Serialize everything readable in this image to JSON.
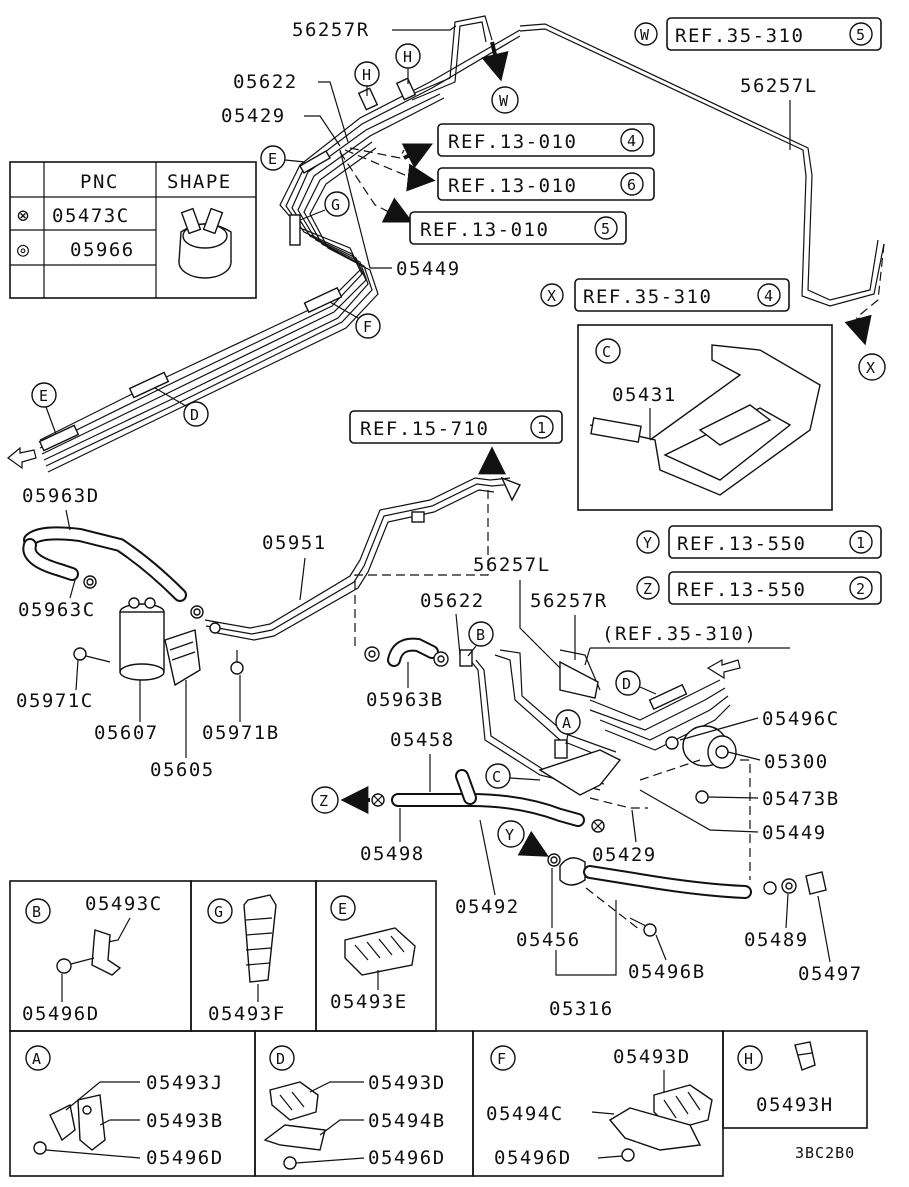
{
  "footer": {
    "code": "3BC2B0"
  },
  "legend": {
    "headers": [
      "PNC",
      "SHAPE"
    ],
    "rows": [
      {
        "symbol": "⊗",
        "pnc": "05473C"
      },
      {
        "symbol": "◎",
        "pnc": "05966"
      }
    ]
  },
  "refs": {
    "w": {
      "letter": "W",
      "text": "REF.35-310",
      "num": "5"
    },
    "x": {
      "letter": "X",
      "text": "REF.35-310",
      "num": "4"
    },
    "y": {
      "letter": "Y",
      "text": "REF.13-550",
      "num": "1"
    },
    "z": {
      "letter": "Z",
      "text": "REF.13-550",
      "num": "2"
    },
    "r134": {
      "text": "REF.13-010",
      "num": "4"
    },
    "r136": {
      "text": "REF.13-010",
      "num": "6"
    },
    "r135": {
      "text": "REF.13-010",
      "num": "5"
    },
    "r157": {
      "text": "REF.15-710",
      "num": "1"
    },
    "paren": "(REF.35-310)"
  },
  "callouts": {
    "A": "A",
    "B": "B",
    "C": "C",
    "D": "D",
    "E": "E",
    "F": "F",
    "G": "G",
    "H": "H",
    "W": "W",
    "X": "X",
    "Y": "Y",
    "Z": "Z"
  },
  "parts": {
    "p56257R": "56257R",
    "p56257L": "56257L",
    "p05622": "05622",
    "p05429": "05429",
    "p05449": "05449",
    "p05431": "05431",
    "p05963D": "05963D",
    "p05963C": "05963C",
    "p05951": "05951",
    "p05971C": "05971C",
    "p05607": "05607",
    "p05605": "05605",
    "p05971B": "05971B",
    "p05963B": "05963B",
    "p05458": "05458",
    "p05496C": "05496C",
    "p05300": "05300",
    "p05473B": "05473B",
    "p05498": "05498",
    "p05492": "05492",
    "p05456": "05456",
    "p05496B": "05496B",
    "p05316": "05316",
    "p05489": "05489",
    "p05497": "05497"
  },
  "details": {
    "B": {
      "label": "B",
      "parts": [
        "05493C",
        "05496D"
      ]
    },
    "G": {
      "label": "G",
      "parts": [
        "05493F"
      ]
    },
    "E": {
      "label": "E",
      "parts": [
        "05493E"
      ]
    },
    "A": {
      "label": "A",
      "parts": [
        "05493J",
        "05493B",
        "05496D"
      ]
    },
    "D": {
      "label": "D",
      "parts": [
        "05493D",
        "05494B",
        "05496D"
      ]
    },
    "F": {
      "label": "F",
      "parts": [
        "05493D",
        "05494C",
        "05496D"
      ]
    },
    "H": {
      "label": "H",
      "parts": [
        "05493H"
      ]
    }
  }
}
